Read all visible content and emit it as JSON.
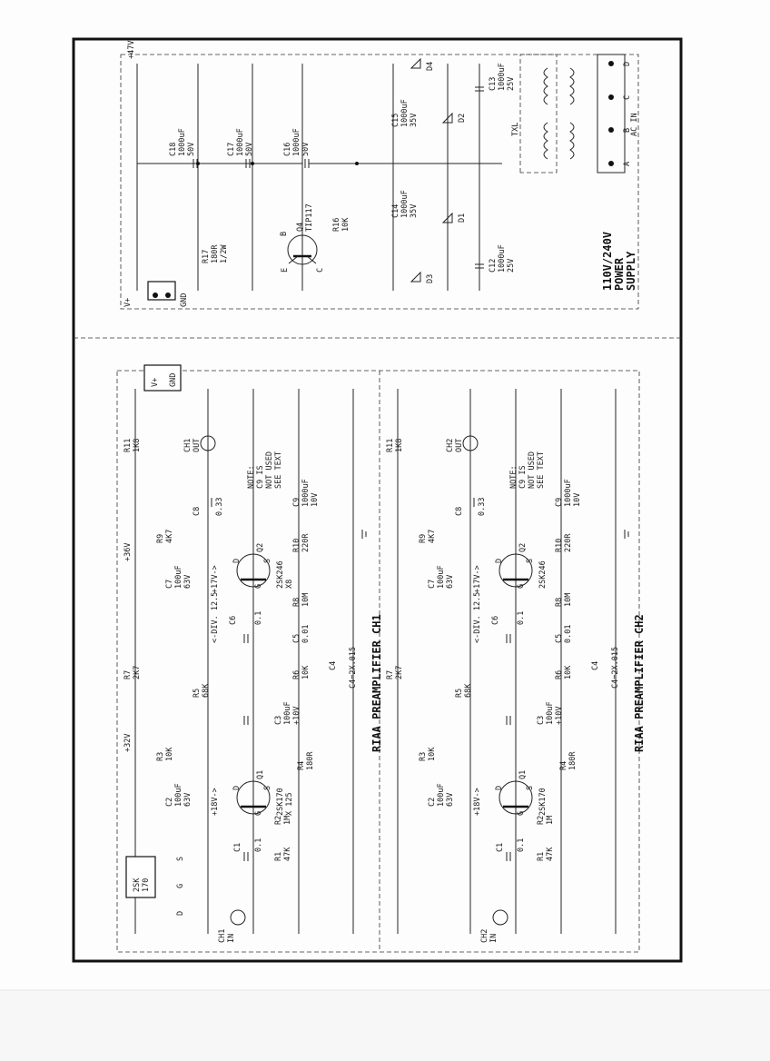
{
  "supply": {
    "title_lines": [
      "110V/240V",
      "POWER",
      "SUPPLY"
    ],
    "plus47": "+47V",
    "connector_pins": [
      "V+",
      "GND"
    ],
    "ac_in": "AC IN",
    "ac_pins": [
      "A",
      "B",
      "C",
      "D"
    ],
    "txl": "TXL",
    "parts": {
      "c18": [
        "C18",
        "1000uF",
        "50V"
      ],
      "c17": [
        "C17",
        "1000uF",
        "50V"
      ],
      "c16": [
        "C16",
        "1000uF",
        "50V"
      ],
      "c15": [
        "C15",
        "1000uF",
        "35V"
      ],
      "c14": [
        "C14",
        "1000uF",
        "35V"
      ],
      "c13": [
        "C13",
        "1000uF",
        "25V"
      ],
      "c12": [
        "C12",
        "1000uF",
        "25V"
      ],
      "r17": [
        "R17",
        "180R",
        "1/2W"
      ],
      "r16": [
        "R16",
        "10K"
      ],
      "q4": [
        "Q4",
        "TIP117"
      ],
      "q4_pins": [
        "B",
        "E",
        "C"
      ],
      "d1": "D1",
      "d2": "D2",
      "d3": "D3",
      "d4": "D4"
    }
  },
  "channels": [
    {
      "title": "RIAA PREAMPLIFIER CH1",
      "input": [
        "CH1",
        "IN"
      ],
      "output": [
        "CH1",
        "OUT"
      ],
      "connector_pins": [
        "V+",
        "GND"
      ],
      "rail36": "+36V",
      "rail32": "+32V",
      "v18": "+18V->",
      "v17": "+17V->",
      "div": "<-DIV. 12.5",
      "q1": [
        "Q1",
        "2SK170",
        "X 125"
      ],
      "q2": [
        "Q2",
        "2SK246",
        "X8"
      ],
      "q1_pins": [
        "D",
        "G",
        "S"
      ],
      "q2_pins": [
        "D",
        "G",
        "S"
      ],
      "note": [
        "NOTE:",
        "C9 IS",
        "NOT USED",
        "SEE TEXT"
      ],
      "c4eq": "C4=2X.015",
      "parts": {
        "r1": [
          "R1",
          "47K"
        ],
        "r2": [
          "R2",
          "1M"
        ],
        "r3": [
          "R3",
          "10K"
        ],
        "r4": [
          "R4",
          "180R"
        ],
        "r5": [
          "R5",
          "68K"
        ],
        "r6": [
          "R6",
          "10K"
        ],
        "r7": [
          "R7",
          "2K7"
        ],
        "r8": [
          "R8",
          "10M"
        ],
        "r9": [
          "R9",
          "4K7"
        ],
        "r10": [
          "R10",
          "220R"
        ],
        "r11": [
          "R11",
          "1K8"
        ],
        "c1": [
          "C1",
          "0.1"
        ],
        "c2": [
          "C2",
          "100uF",
          "63V"
        ],
        "c3": [
          "C3",
          "100uF",
          "+10V"
        ],
        "c4": "C4",
        "c5": [
          "C5",
          "0.01"
        ],
        "c6": [
          "C6",
          "0.1"
        ],
        "c7": [
          "C7",
          "100uF",
          "63V"
        ],
        "c8": [
          "C8",
          "0.33"
        ],
        "c9": [
          "C9",
          "1000uF",
          "10V"
        ]
      },
      "pinout": {
        "part": [
          "2SK",
          "170"
        ],
        "pins": [
          "D",
          "G",
          "S"
        ]
      }
    },
    {
      "title": "RIAA PREAMPLIFIER CH2",
      "input": [
        "CH2",
        "IN"
      ],
      "output": [
        "CH2",
        "OUT"
      ],
      "connector_pins": [],
      "rail36": "",
      "rail32": "",
      "v18": "+18V->",
      "v17": "+17V->",
      "div": "<-DIV. 12.5",
      "q1": [
        "Q1",
        "2SK170",
        ""
      ],
      "q2": [
        "Q2",
        "2SK246",
        ""
      ],
      "q1_pins": [
        "D",
        "G",
        "S"
      ],
      "q2_pins": [
        "D",
        "G",
        "S"
      ],
      "note": [
        "NOTE:",
        "C9 IS",
        "NOT USED",
        "SEE TEXT"
      ],
      "c4eq": "C4=2X.015",
      "parts": {
        "r1": [
          "R1",
          "47K"
        ],
        "r2": [
          "R2",
          "1M"
        ],
        "r3": [
          "R3",
          "10K"
        ],
        "r4": [
          "R4",
          "180R"
        ],
        "r5": [
          "R5",
          "68K"
        ],
        "r6": [
          "R6",
          "10K"
        ],
        "r7": [
          "R7",
          "2K7"
        ],
        "r8": [
          "R8",
          "10M"
        ],
        "r9": [
          "R9",
          "4K7"
        ],
        "r10": [
          "R10",
          "220R"
        ],
        "r11": [
          "R11",
          "1K8"
        ],
        "c1": [
          "C1",
          "0.1"
        ],
        "c2": [
          "C2",
          "100uF",
          "63V"
        ],
        "c3": [
          "C3",
          "100uF",
          "+10V"
        ],
        "c4": "C4",
        "c5": [
          "C5",
          "0.01"
        ],
        "c6": [
          "C6",
          "0.1"
        ],
        "c7": [
          "C7",
          "100uF",
          "63V"
        ],
        "c8": [
          "C8",
          "0.33"
        ],
        "c9": [
          "C9",
          "1000uF",
          "10V"
        ]
      }
    }
  ]
}
